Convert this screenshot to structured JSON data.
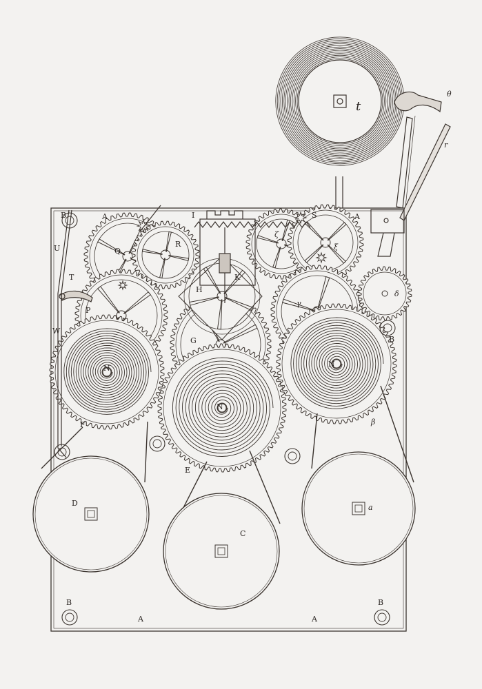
{
  "figure": {
    "kind": "engraving of a clockwork mechanism",
    "ink_color": "#3a332e",
    "paper_color": "#f3f2f0"
  },
  "labels": {
    "A1": "A",
    "A2": "A",
    "A3": "A",
    "A4": "A",
    "B1": "B",
    "B2": "B",
    "B3": "B",
    "B4": "B",
    "C": "C",
    "D": "D",
    "E": "E",
    "F": "F",
    "G": "G",
    "H": "H",
    "I": "I",
    "K": "K",
    "N1": "N",
    "N2": "N",
    "N3": "N",
    "P": "P",
    "Q": "Q",
    "R": "R",
    "S": "S",
    "T": "T",
    "U": "U",
    "W": "W",
    "a": "a",
    "beta": "β",
    "gamma": "γ",
    "delta": "δ",
    "zeta": "ζ",
    "xi": "ξ",
    "theta": "θ",
    "r": "r",
    "t": "t"
  }
}
